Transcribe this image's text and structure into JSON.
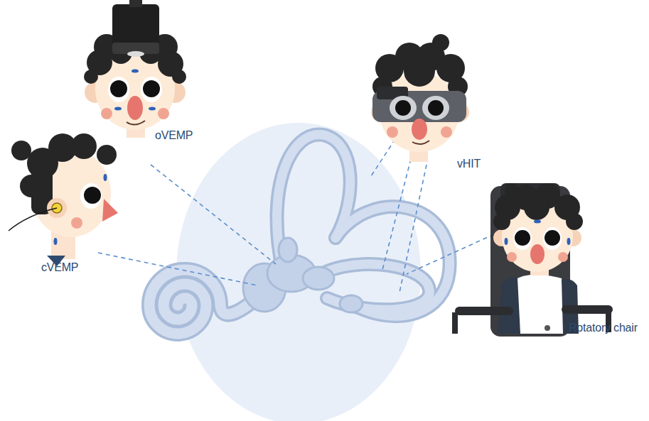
{
  "diagram": {
    "labels": [
      "oVEMP",
      "vHIT",
      "cVEMP",
      "Rotatory chair"
    ]
  }
}
